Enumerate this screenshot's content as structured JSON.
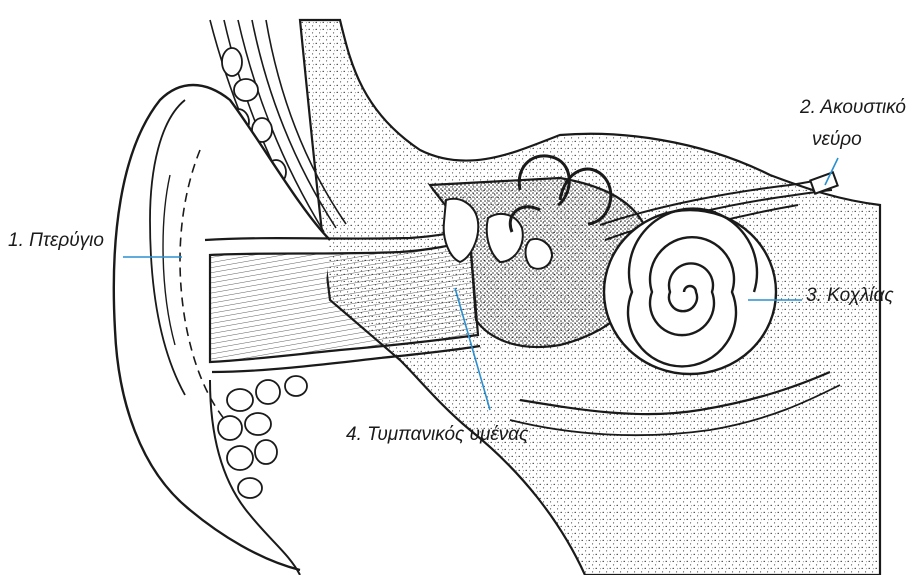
{
  "labels": {
    "pinna": "1. Πτερύγιο",
    "nerve_line1": "2. Ακουστικό",
    "nerve_line2": "νεύρο",
    "cochlea": "3. Κοχλίας",
    "eardrum": "4. Τυμπανικός υμένας"
  },
  "colors": {
    "ink": "#1a1a1a",
    "leader": "#2a8fd0",
    "background": "#ffffff"
  }
}
